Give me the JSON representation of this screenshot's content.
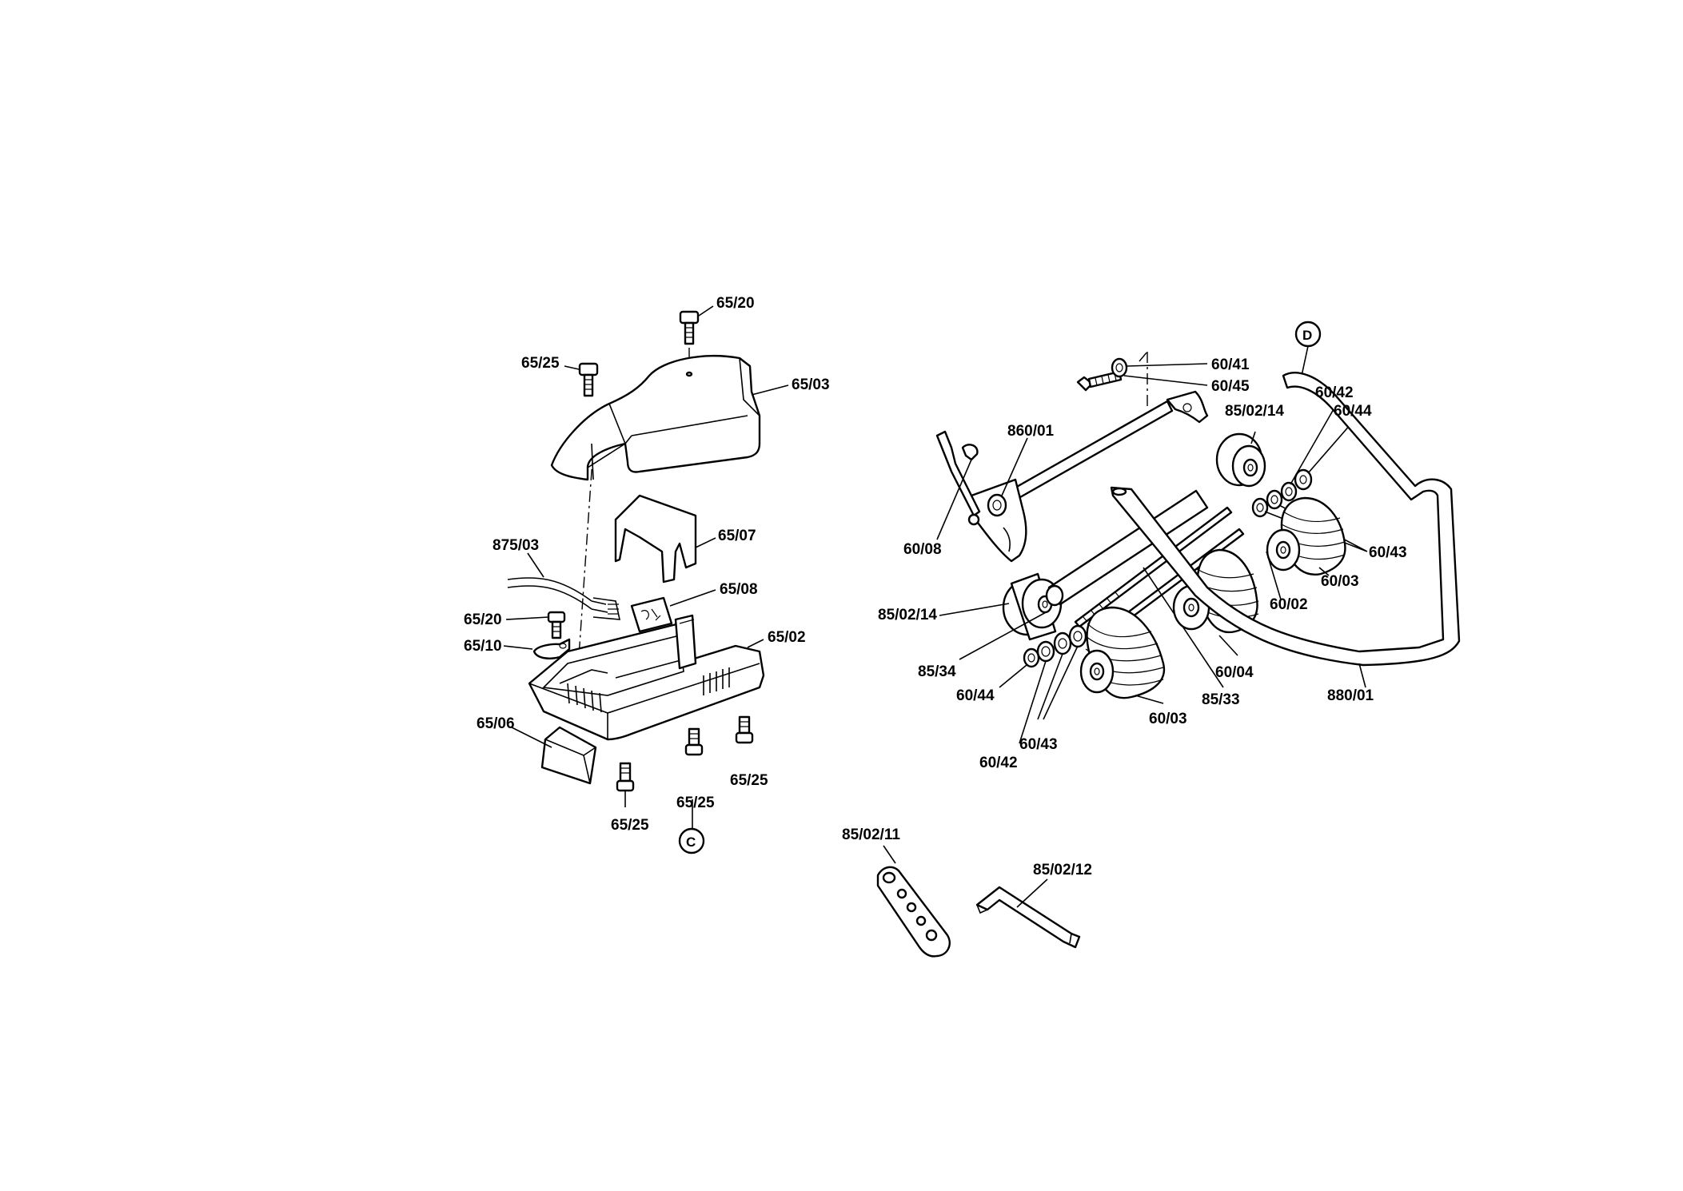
{
  "labels": {
    "p_65_20_top": "65/20",
    "p_65_25_top": "65/25",
    "p_65_03": "65/03",
    "p_65_07": "65/07",
    "p_875_03": "875/03",
    "p_65_08": "65/08",
    "p_65_20_mid": "65/20",
    "p_65_10": "65/10",
    "p_65_02": "65/02",
    "p_65_06": "65/06",
    "p_65_25_right": "65/25",
    "p_65_25_mid": "65/25",
    "p_65_25_low": "65/25",
    "ref_c": "C",
    "ref_d": "D",
    "p_60_41": "60/41",
    "p_60_45": "60/45",
    "p_860_01": "860/01",
    "p_85_02_14_top": "85/02/14",
    "p_60_42_top": "60/42",
    "p_60_44_top": "60/44",
    "p_60_08": "60/08",
    "p_60_43_right": "60/43",
    "p_60_03_right": "60/03",
    "p_60_02": "60/02",
    "p_85_02_14_left": "85/02/14",
    "p_85_34": "85/34",
    "p_60_44_low": "60/44",
    "p_60_04": "60/04",
    "p_85_33": "85/33",
    "p_880_01": "880/01",
    "p_60_03_low": "60/03",
    "p_60_43_low": "60/43",
    "p_60_42_low": "60/42",
    "p_85_02_11": "85/02/11",
    "p_85_02_12": "85/02/12"
  }
}
